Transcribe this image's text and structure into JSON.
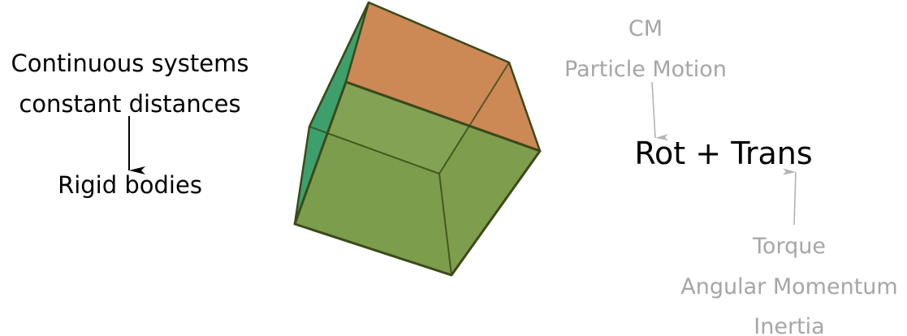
{
  "left": {
    "line1": "Continuous systems",
    "line2": "constant distances",
    "result": "Rigid bodies"
  },
  "top_right": {
    "cm": "CM",
    "particle_motion": "Particle Motion"
  },
  "center_right": {
    "label": "Rot + Trans"
  },
  "bottom_right": {
    "torque": "Torque",
    "angular_momentum": "Angular Momentum",
    "inertia": "Inertia"
  },
  "colors": {
    "text_black": "#000000",
    "text_gray": "#a6a6a6",
    "arrow_gray": "#b3b3b3",
    "cube_left_face": "#3da06c",
    "cube_top_face": "#cc8855",
    "cube_front_face": "#7a9a45",
    "cube_edge": "#3a4a1a"
  },
  "icons": {
    "cube": "transparent-cube-icon",
    "down_arrow": "arrow-down-icon",
    "pointer_arrows": "arrow-icon"
  }
}
